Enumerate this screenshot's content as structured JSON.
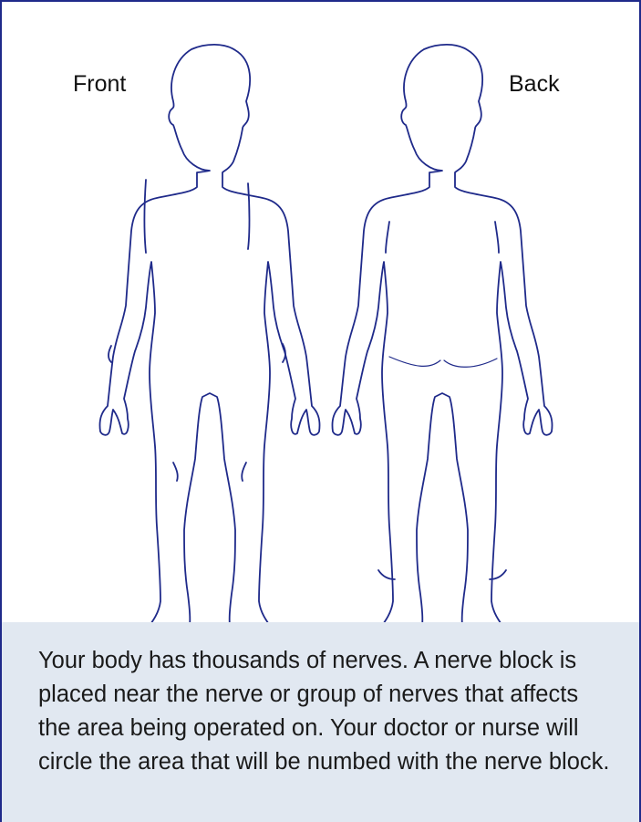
{
  "labels": {
    "front": "Front",
    "back": "Back"
  },
  "caption": "Your body has thousands of nerves. A nerve block is placed near the nerve or group of nerves that affects the area being operated on. Your doctor or nurse will circle the area that will be numbed with the nerve block.",
  "colors": {
    "outline": "#1f2a8a",
    "caption_background": "#e1e8f1",
    "frame_border": "#1f2a8a"
  }
}
